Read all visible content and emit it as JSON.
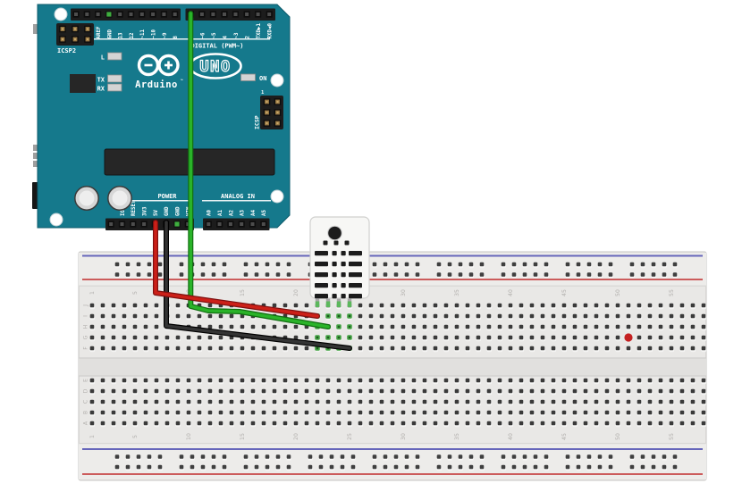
{
  "scene": {
    "background": "#ffffff"
  },
  "arduino": {
    "board_color": "#15798c",
    "logo_text": "Arduino",
    "logo_tm": "™",
    "uno_label": "UNO",
    "digital_label": "DIGITAL (PWM~)",
    "power_label": "POWER",
    "analog_label": "ANALOG IN",
    "icsp2_label": "ICSP2",
    "icsp_label": "ICSP",
    "icsp_pin1_label": "1",
    "led_l_label": "L",
    "led_tx_label": "TX",
    "led_rx_label": "RX",
    "led_on_label": "ON",
    "top_pins_left": [
      "",
      "",
      "AREF",
      "GND",
      "13",
      "12",
      "~11",
      "~10",
      "~9",
      "8"
    ],
    "top_pins_right": [
      "7",
      "~6",
      "~5",
      "4",
      "~3",
      "2",
      "TXD▶1",
      "RXD◀0"
    ],
    "bottom_pins_left": [
      "",
      "IOREF",
      "RESET",
      "3V3",
      "5V",
      "GND",
      "GND",
      "VIN"
    ],
    "bottom_pins_right": [
      "A0",
      "A1",
      "A2",
      "A3",
      "A4",
      "A5"
    ],
    "connected_pin_color": "#3fae3f"
  },
  "breadboard": {
    "column_labels": [
      "1",
      "5",
      "10",
      "15",
      "20",
      "25",
      "30",
      "35",
      "40",
      "45",
      "50",
      "55"
    ],
    "row_letters_top": [
      "J",
      "I",
      "H",
      "G",
      "F"
    ],
    "row_letters_bottom": [
      "E",
      "D",
      "C",
      "B",
      "A"
    ],
    "rail_blue_color": "#6666bb",
    "rail_red_color": "#cc5c5c",
    "highlight_hole_color": "#46a546",
    "marked_hole_color": "#c42020"
  },
  "dht22": {
    "body_color": "#f7f7f5"
  },
  "wires": {
    "red": "#cc2018",
    "green": "#2ab329",
    "black": "#343434"
  }
}
